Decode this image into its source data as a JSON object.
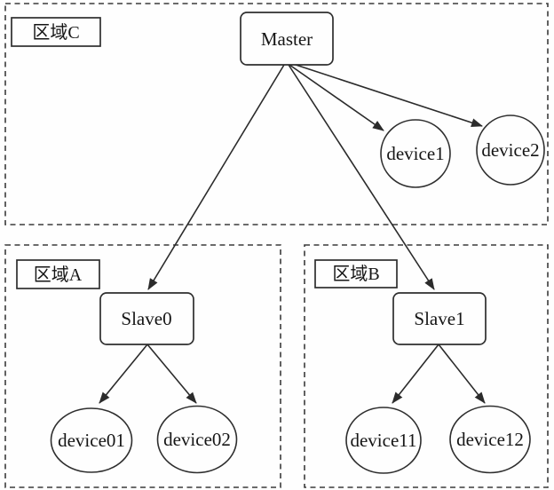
{
  "diagram": {
    "type": "network-topology-tree",
    "colors": {
      "background": "#fefefe",
      "stroke": "#2e2e2e",
      "text": "#151515"
    },
    "regions": [
      {
        "label": "区域C",
        "contains": [
          "Master",
          "device1",
          "device2"
        ]
      },
      {
        "label": "区域A",
        "contains": [
          "Slave0",
          "device01",
          "device02"
        ]
      },
      {
        "label": "区域B",
        "contains": [
          "Slave1",
          "device11",
          "device12"
        ]
      }
    ],
    "nodes": [
      {
        "label": "Master",
        "shape": "rect",
        "region": "区域C"
      },
      {
        "label": "device1",
        "shape": "ellipse",
        "region": "区域C"
      },
      {
        "label": "device2",
        "shape": "ellipse",
        "region": "区域C"
      },
      {
        "label": "Slave0",
        "shape": "rect",
        "region": "区域A"
      },
      {
        "label": "device01",
        "shape": "ellipse",
        "region": "区域A"
      },
      {
        "label": "device02",
        "shape": "ellipse",
        "region": "区域A"
      },
      {
        "label": "Slave1",
        "shape": "rect",
        "region": "区域B"
      },
      {
        "label": "device11",
        "shape": "ellipse",
        "region": "区域B"
      },
      {
        "label": "device12",
        "shape": "ellipse",
        "region": "区域B"
      }
    ],
    "edges": [
      {
        "from": "Master",
        "to": "Slave0"
      },
      {
        "from": "Master",
        "to": "Slave1"
      },
      {
        "from": "Master",
        "to": "device1"
      },
      {
        "from": "Master",
        "to": "device2"
      },
      {
        "from": "Slave0",
        "to": "device01"
      },
      {
        "from": "Slave0",
        "to": "device02"
      },
      {
        "from": "Slave1",
        "to": "device11"
      },
      {
        "from": "Slave1",
        "to": "device12"
      }
    ]
  }
}
